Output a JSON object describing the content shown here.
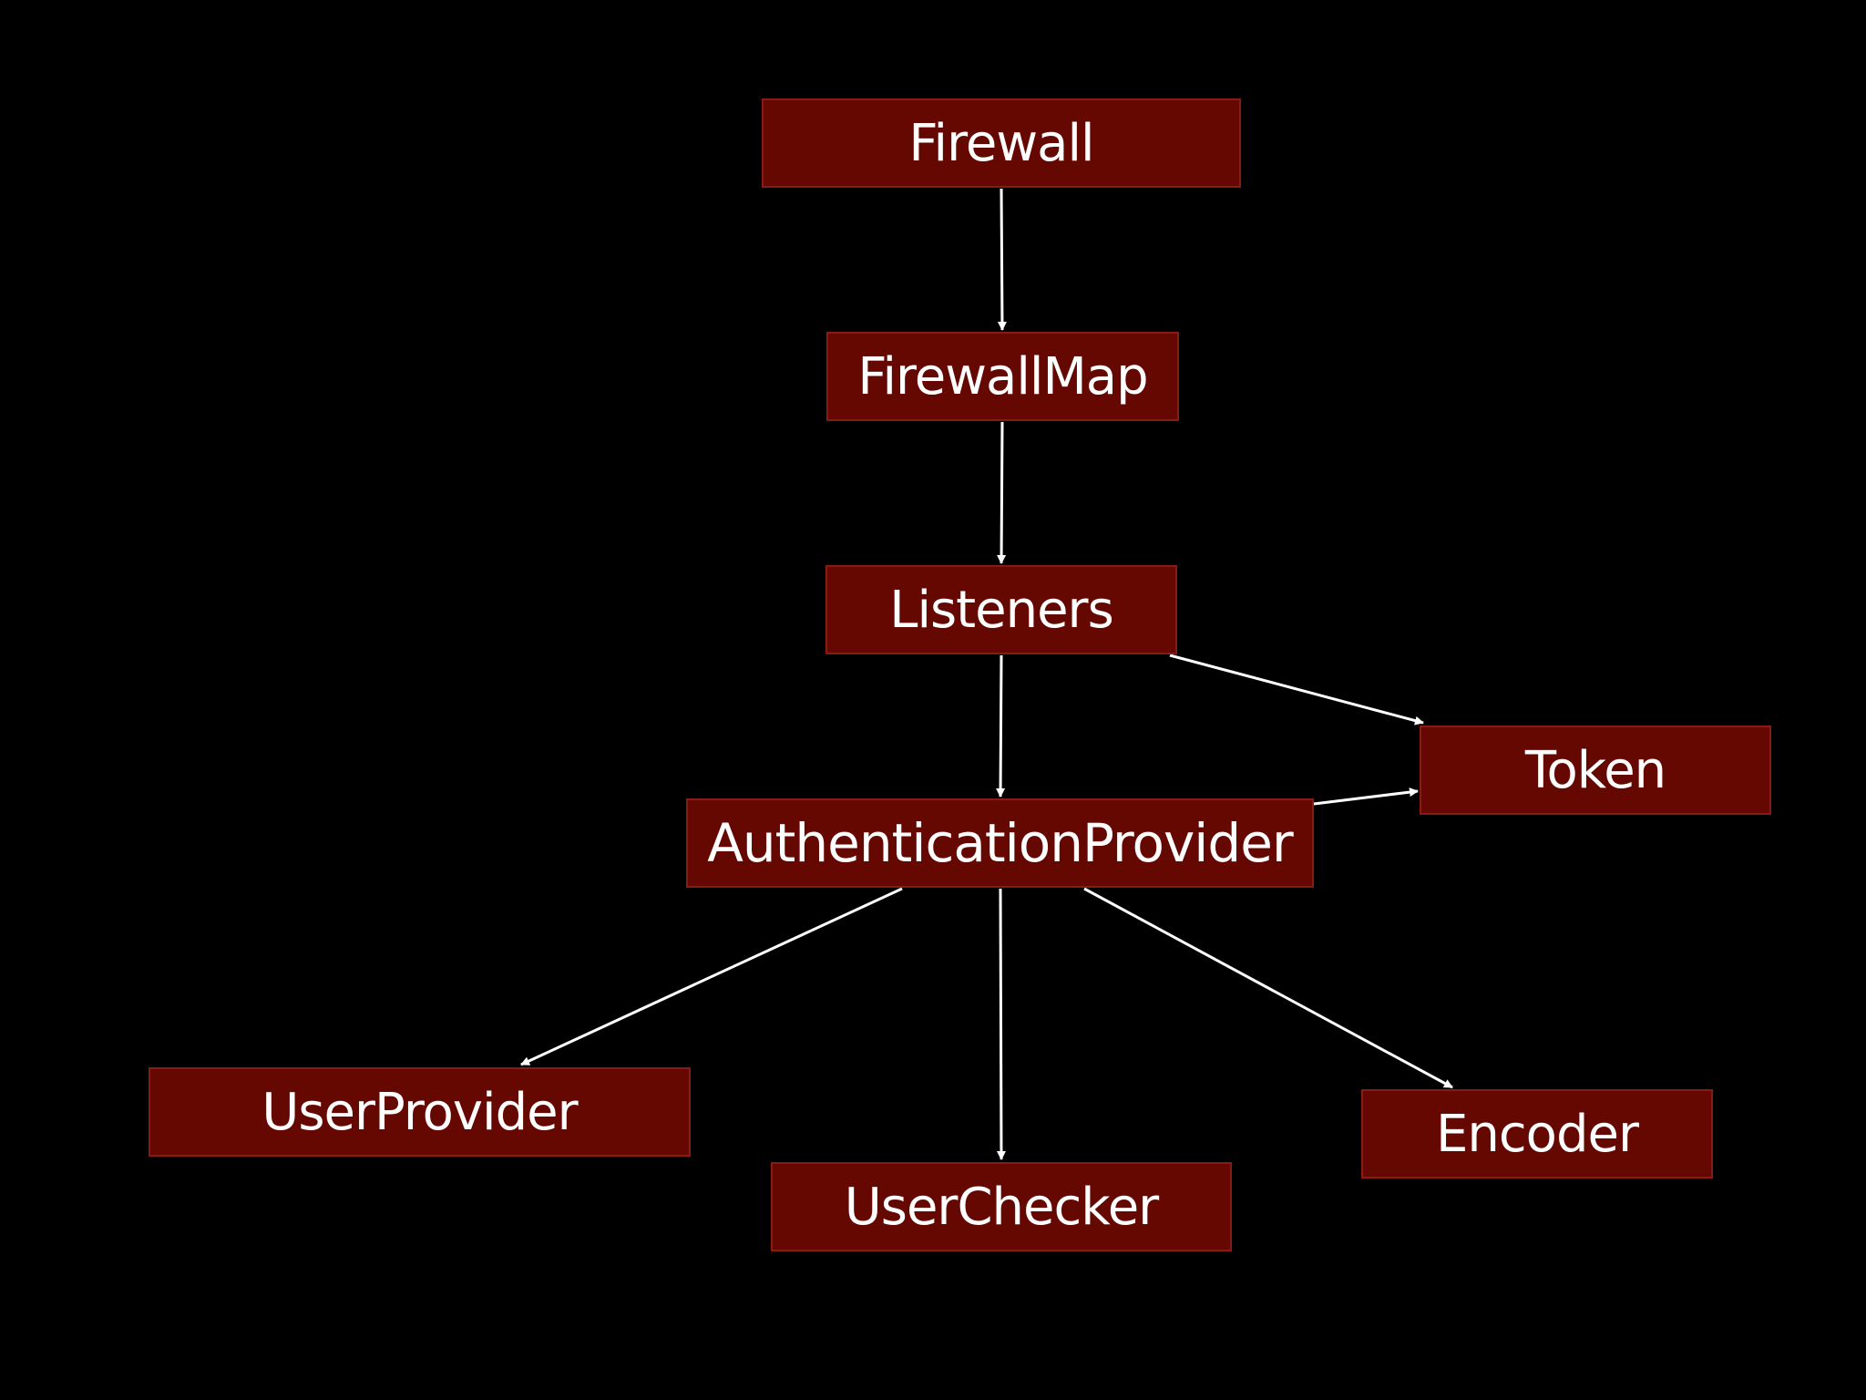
{
  "diagram": {
    "background": "#000000",
    "node_fill": "#650802",
    "node_border": "#8a1a12",
    "edge_color": "#ffffff",
    "nodes": {
      "firewall": "Firewall",
      "firewall_map": "FirewallMap",
      "listeners": "Listeners",
      "token": "Token",
      "authentication_provider": "AuthenticationProvider",
      "user_provider": "UserProvider",
      "user_checker": "UserChecker",
      "encoder": "Encoder"
    },
    "edges": [
      {
        "from": "Firewall",
        "to": "FirewallMap"
      },
      {
        "from": "FirewallMap",
        "to": "Listeners"
      },
      {
        "from": "Listeners",
        "to": "AuthenticationProvider"
      },
      {
        "from": "Listeners",
        "to": "Token"
      },
      {
        "from": "AuthenticationProvider",
        "to": "Token"
      },
      {
        "from": "AuthenticationProvider",
        "to": "UserProvider"
      },
      {
        "from": "AuthenticationProvider",
        "to": "UserChecker"
      },
      {
        "from": "AuthenticationProvider",
        "to": "Encoder"
      }
    ]
  }
}
